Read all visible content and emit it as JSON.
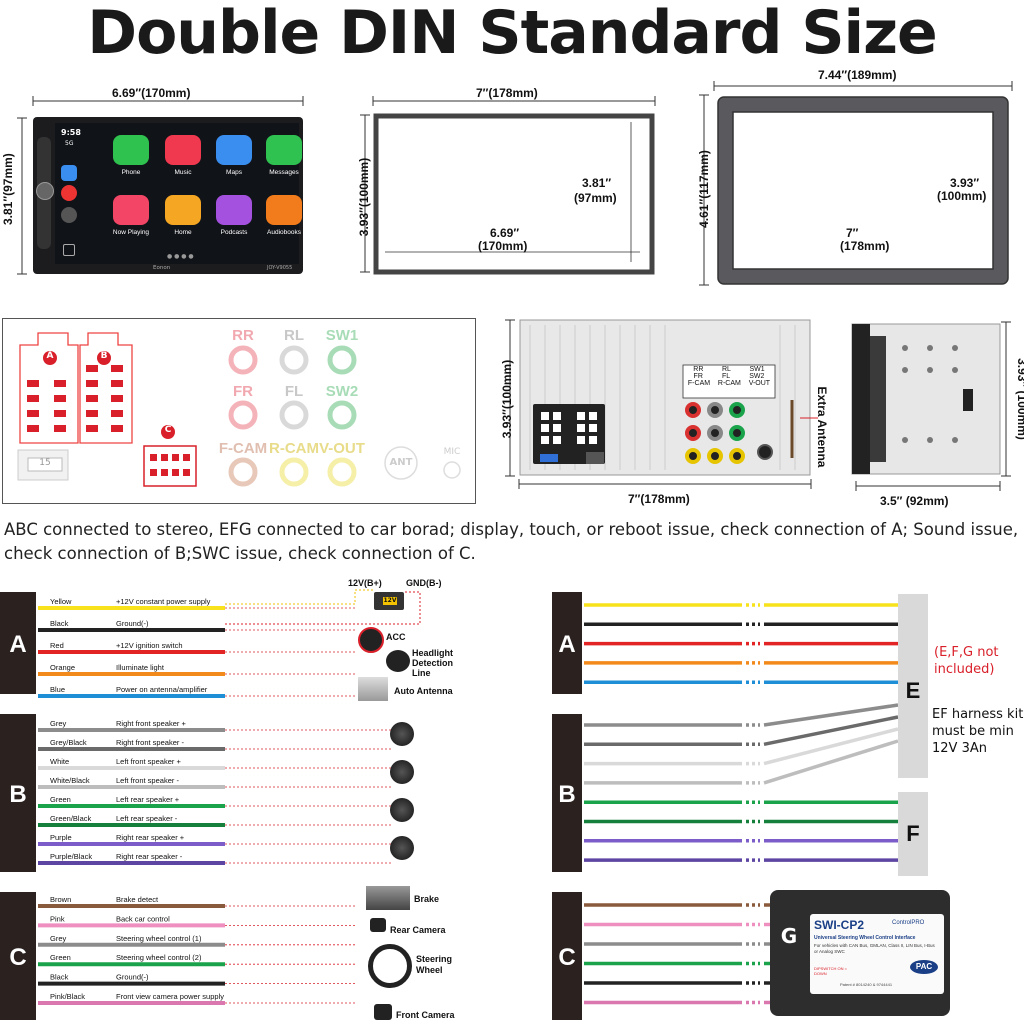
{
  "title": "Double DIN Standard Size",
  "dimensions": {
    "unit_width": "6.69″(170mm)",
    "unit_height": "3.81″(97mm)",
    "cutout_width": "7″(178mm)",
    "cutout_height": "3.93″(100mm)",
    "cutout_inner_h": "3.81″",
    "cutout_inner_h_mm": "(97mm)",
    "cutout_inner_w": "6.69″",
    "cutout_inner_w_mm": "(170mm)",
    "frame_width": "7.44″(189mm)",
    "frame_height": "4.61″(117mm)",
    "frame_inner_h": "3.93″",
    "frame_inner_h_mm": "(100mm)",
    "frame_inner_w": "7″",
    "frame_inner_w_mm": "(178mm)",
    "rear_height": "3.93″(100mm)",
    "rear_width": "7″(178mm)",
    "side_height": "3.93″ (100mm)",
    "side_depth": "3.5″ (92mm)",
    "extra_antenna": "Extra Antenna"
  },
  "screen": {
    "time": "9:58",
    "signal": "5G",
    "brand": "Eonon",
    "model": "JOY-V9055",
    "apps": [
      {
        "label": "Phone",
        "color": "#2fc24f"
      },
      {
        "label": "Music",
        "color": "#f0384f"
      },
      {
        "label": "Maps",
        "color": "#3a8ef0"
      },
      {
        "label": "Messages",
        "color": "#30c251"
      },
      {
        "label": "Now Playing",
        "color": "#f34565"
      },
      {
        "label": "Home",
        "color": "#f5a623"
      },
      {
        "label": "Podcasts",
        "color": "#a451e0"
      },
      {
        "label": "Audiobooks",
        "color": "#f27c1b"
      }
    ]
  },
  "connector_labels": {
    "a": "A",
    "b": "B",
    "c": "C",
    "fuse": "15",
    "rr": "RR",
    "rl": "RL",
    "sw1": "SW1",
    "fr": "FR",
    "fl": "FL",
    "sw2": "SW2",
    "fcam": "F-CAM",
    "rcam": "R-CAM",
    "vout": "V-OUT",
    "ant": "ANT",
    "mic": "MIC"
  },
  "rear_panel_labels": {
    "rr": "RR",
    "rl": "RL",
    "sw1": "SW1",
    "fr": "FR",
    "fl": "FL",
    "sw2": "SW2",
    "fcam": "F-CAM",
    "rcam": "R-CAM",
    "vout": "V-OUT"
  },
  "description": "ABC connected to stereo, EFG connected to car borad; display, touch, or reboot issue, check connection of A; Sound issue, check connection of B;SWC issue, check connection of C.",
  "harness_left": {
    "power_labels": {
      "plus": "12V(B+)",
      "gnd": "GND(B-)",
      "battery": "12V"
    },
    "blocks": [
      {
        "letter": "A",
        "wires": [
          {
            "color": "Yellow",
            "fn": "+12V constant power supply",
            "hex": "#f7e21b"
          },
          {
            "color": "Black",
            "fn": "Ground(-)",
            "hex": "#222222"
          },
          {
            "color": "Red",
            "fn": "+12V ignition switch",
            "hex": "#e32424"
          },
          {
            "color": "Orange",
            "fn": "Illuminate light",
            "hex": "#f28a1b"
          },
          {
            "color": "Blue",
            "fn": "Power on antenna/amplifier",
            "hex": "#1e8fd6"
          }
        ]
      },
      {
        "letter": "B",
        "wires": [
          {
            "color": "Grey",
            "fn": "Right front speaker +",
            "hex": "#8c8c8c"
          },
          {
            "color": "Grey/Black",
            "fn": "Right front speaker -",
            "hex": "#6a6a6a"
          },
          {
            "color": "White",
            "fn": "Left front speaker +",
            "hex": "#d9d9d9"
          },
          {
            "color": "White/Black",
            "fn": "Left front speaker -",
            "hex": "#bdbdbd"
          },
          {
            "color": "Green",
            "fn": "Left rear speaker +",
            "hex": "#1aa34a"
          },
          {
            "color": "Green/Black",
            "fn": "Left rear speaker -",
            "hex": "#15803b"
          },
          {
            "color": "Purple",
            "fn": "Right rear speaker +",
            "hex": "#7b5cc9"
          },
          {
            "color": "Purple/Black",
            "fn": "Right rear speaker -",
            "hex": "#5d45a3"
          }
        ]
      },
      {
        "letter": "C",
        "wires": [
          {
            "color": "Brown",
            "fn": "Brake detect",
            "hex": "#8a5a3c"
          },
          {
            "color": "Pink",
            "fn": "Back car control",
            "hex": "#ee8fc0"
          },
          {
            "color": "Grey",
            "fn": "Steering wheel control (1)",
            "hex": "#8c8c8c"
          },
          {
            "color": "Green",
            "fn": "Steering wheel control (2)",
            "hex": "#1aa34a"
          },
          {
            "color": "Black",
            "fn": "Ground(-)",
            "hex": "#222222"
          },
          {
            "color": "Pink/Black",
            "fn": "Front view camera power supply",
            "hex": "#d977ae"
          }
        ]
      }
    ],
    "devices": {
      "acc": "ACC",
      "headlight": "Headlight Detection Line",
      "auto_antenna": "Auto Antenna",
      "brake": "Brake",
      "rear_camera": "Rear Camera",
      "steering": "Steering Wheel",
      "front_camera": "Front Camera"
    }
  },
  "harness_right": {
    "note_red": "(E,F,G not included)",
    "note": "EF harness kit must be min 12V 3An",
    "e": "E",
    "f": "F",
    "g": "G",
    "module": {
      "name": "SWI-CP2",
      "brand": "ControlPRO",
      "sub": "Universal Steering Wheel Control Interface",
      "desc": "For vehicles with CAN Bus, GMLAN, Class II, LIN Bus, I-Bus or Analog SWC",
      "logo": "PAC",
      "switch": "DIPSWITCH ON = DOWN",
      "patent": "Patent # 8014240 & 9744441"
    }
  },
  "colors": {
    "connector_red": "#d9202a",
    "dark_block": "#2b2220"
  }
}
